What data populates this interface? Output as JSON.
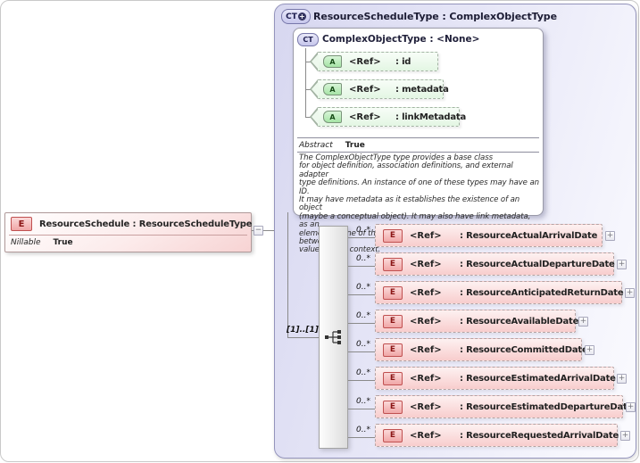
{
  "icons": {
    "plus": "+",
    "minus": "−"
  },
  "root_element": {
    "badge": "E",
    "title": "ResourceSchedule : ResourceScheduleType",
    "property_label": "Nillable",
    "property_value": "True"
  },
  "panel": {
    "badge": "CT",
    "title": "ResourceScheduleType : ComplexObjectType",
    "base": {
      "badge": "CT",
      "title": "ComplexObjectType : <None>",
      "attributes": [
        {
          "badge": "A",
          "ref": "<Ref>",
          "name": ": id"
        },
        {
          "badge": "A",
          "ref": "<Ref>",
          "name": ": metadata"
        },
        {
          "badge": "A",
          "ref": "<Ref>",
          "name": ": linkMetadata"
        }
      ],
      "property_label": "Abstract",
      "property_value": "True",
      "annotation": "The ComplexObjectType type provides a base class\nfor object definition, association definitions, and external adapter\ntype definitions. An instance of one of these types may have an ID.\nIt may have metadata as it establishes the existence of an object\n(maybe a conceptual object). It may also have link metadata, as an\nelement of one of these types establishes a relationship between its\nvalue and its context."
    },
    "model_group": {
      "cardinality": "[1]..[1]"
    },
    "elements": [
      {
        "badge": "E",
        "ref": "<Ref>",
        "name": ": ResourceActualArrivalDate",
        "cardinality": "0..*"
      },
      {
        "badge": "E",
        "ref": "<Ref>",
        "name": ": ResourceActualDepartureDate",
        "cardinality": "0..*"
      },
      {
        "badge": "E",
        "ref": "<Ref>",
        "name": ": ResourceAnticipatedReturnDate",
        "cardinality": "0..*"
      },
      {
        "badge": "E",
        "ref": "<Ref>",
        "name": ": ResourceAvailableDate",
        "cardinality": "0..*"
      },
      {
        "badge": "E",
        "ref": "<Ref>",
        "name": ": ResourceCommittedDate",
        "cardinality": "0..*"
      },
      {
        "badge": "E",
        "ref": "<Ref>",
        "name": ": ResourceEstimatedArrivalDate",
        "cardinality": "0..*"
      },
      {
        "badge": "E",
        "ref": "<Ref>",
        "name": ": ResourceEstimatedDepartureDate",
        "cardinality": "0..*"
      },
      {
        "badge": "E",
        "ref": "<Ref>",
        "name": ": ResourceRequestedArrivalDate",
        "cardinality": "0..*"
      }
    ]
  },
  "colors": {
    "element_accent": "#c05050",
    "attribute_accent": "#7a947a",
    "type_accent": "#7878aa",
    "panel_background": "#d7d7f0"
  }
}
